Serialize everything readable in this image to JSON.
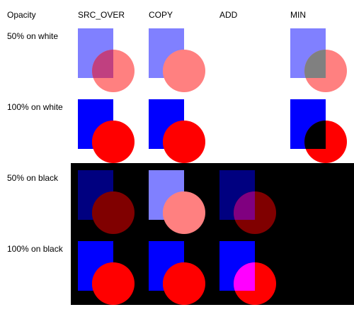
{
  "header": {
    "corner_label": "Opacity",
    "columns": [
      "SRC_OVER",
      "COPY",
      "ADD",
      "MIN"
    ]
  },
  "rows": [
    {
      "label": "50% on white",
      "cells": [
        {
          "square": "#8080ff",
          "circle": "#ff8080",
          "overlap": "#c04080"
        },
        {
          "square": "#8080ff",
          "circle": "#ff8080",
          "overlap": "#ff8080"
        },
        null,
        {
          "square": "#8080ff",
          "circle": "#ff8080",
          "overlap": "#808080"
        }
      ]
    },
    {
      "label": "100% on white",
      "cells": [
        {
          "square": "#0000ff",
          "circle": "#ff0000",
          "overlap": "#ff0000"
        },
        {
          "square": "#0000ff",
          "circle": "#ff0000",
          "overlap": "#ff0000"
        },
        null,
        {
          "square": "#0000ff",
          "circle": "#ff0000",
          "overlap": "#000000"
        }
      ]
    },
    {
      "label": "50% on black",
      "cells": [
        {
          "square": "#000080",
          "circle": "#800000",
          "overlap": "#800000"
        },
        {
          "square": "#8080ff",
          "circle": "#ff8080",
          "overlap": "#ff8080"
        },
        {
          "square": "#000080",
          "circle": "#800000",
          "overlap": "#800080"
        },
        null
      ]
    },
    {
      "label": "100% on black",
      "cells": [
        {
          "square": "#0000ff",
          "circle": "#ff0000",
          "overlap": "#ff0000"
        },
        {
          "square": "#0000ff",
          "circle": "#ff0000",
          "overlap": "#ff0000"
        },
        {
          "square": "#0000ff",
          "circle": "#ff0000",
          "overlap": "#ff00ff"
        },
        null
      ]
    }
  ],
  "colors": {
    "background_light": "#ffffff",
    "background_dark": "#000000",
    "label_text": "#000000"
  }
}
